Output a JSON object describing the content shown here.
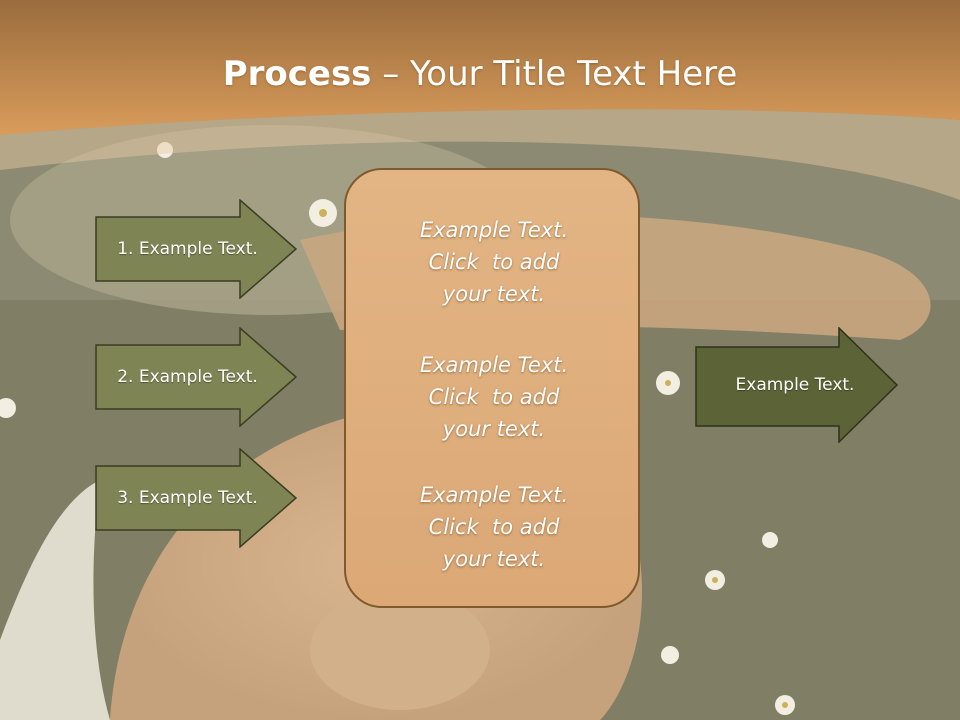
{
  "slide": {
    "title_bold": "Process",
    "title_rest": " – Your Title Text Here",
    "colors": {
      "header_top": "#9c6e3e",
      "header_bottom": "#d79b5a",
      "left_arrow_fill": "#7f8454",
      "right_arrow_fill": "#5c6437",
      "arrow_border": "#3a3d22",
      "center_box_fill": "#dfae7d",
      "center_box_border": "#7e5a2c"
    }
  },
  "left_arrows": [
    {
      "label": "1. Example Text."
    },
    {
      "label": "2. Example Text."
    },
    {
      "label": "3. Example Text."
    }
  ],
  "center_box": {
    "paragraphs": [
      {
        "lines": [
          "Example Text.",
          "Click  to add",
          "your text."
        ]
      },
      {
        "lines": [
          "Example Text.",
          "Click  to add",
          "your text."
        ]
      },
      {
        "lines": [
          "Example Text.",
          "Click  to add",
          "your text."
        ]
      }
    ]
  },
  "right_arrow": {
    "label": "Example Text."
  }
}
